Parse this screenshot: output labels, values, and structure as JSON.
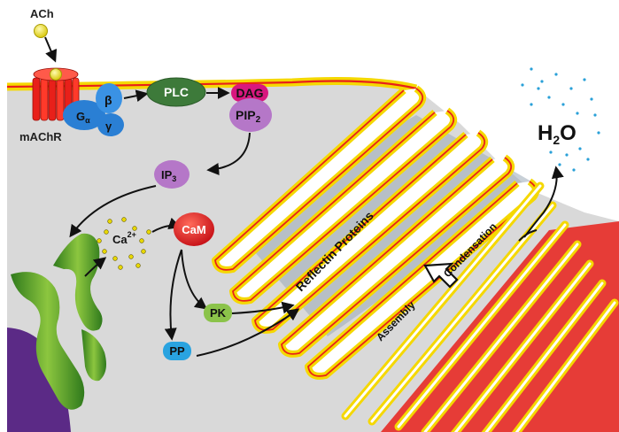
{
  "labels": {
    "ach": "ACh",
    "machr": "mAChR",
    "g_alpha": "G",
    "g_alpha_sub": "α",
    "beta": "β",
    "gamma": "γ",
    "plc": "PLC",
    "dag": "DAG",
    "pip": "PIP",
    "pip_sub": "2",
    "ip": "IP",
    "ip_sub": "3",
    "ca": "Ca",
    "ca_sup": "2+",
    "cam": "CaM",
    "pk": "PK",
    "pp": "PP",
    "reflectin": "Reflectin Proteins",
    "assembly": "Assembly",
    "condensation": "Condensation",
    "h": "H",
    "h_sub": "2",
    "o": "O"
  },
  "colors": {
    "membrane_outer": "#f5d800",
    "membrane_inner": "#e8201a",
    "cytoplasm": "#d9d9d9",
    "receptor": "#e8201a",
    "g_protein": "#2a7fd4",
    "plc": "#3d7a3a",
    "dag": "#d8177e",
    "pip": "#b577c8",
    "cam": "#d9131a",
    "pk": "#8bc34a",
    "pp": "#29a3e0",
    "er": "#4a9a2a",
    "nucleus": "#5b2a86",
    "reflectin_band": "#8fa3b3",
    "water": "#2aa0d8"
  }
}
